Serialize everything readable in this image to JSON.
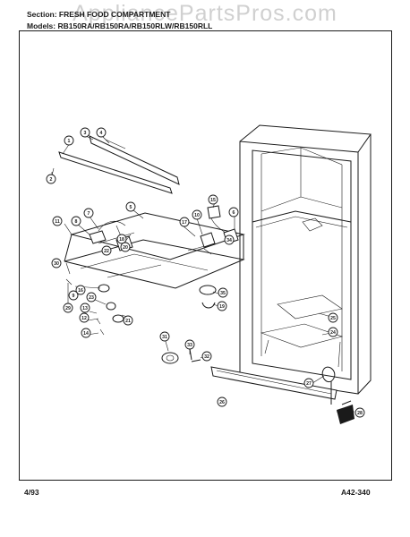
{
  "watermark": "AppliancePartsPros.com",
  "header": {
    "section_line": "Section: FRESH FOOD COMPARTMENT",
    "models_line": "Models: RB150RA/RB150RA/RB150RLW/RB150RLL"
  },
  "footer": {
    "date": "4/93",
    "doc_number": "A42-340"
  },
  "callouts": [
    "1",
    "2",
    "3",
    "4",
    "5",
    "6",
    "7",
    "8",
    "9",
    "10",
    "11",
    "12",
    "13",
    "14",
    "15",
    "16",
    "17",
    "18",
    "19",
    "20",
    "21",
    "22",
    "23",
    "24",
    "25",
    "26",
    "27",
    "28",
    "29",
    "30",
    "31",
    "32",
    "33",
    "34",
    "35"
  ]
}
